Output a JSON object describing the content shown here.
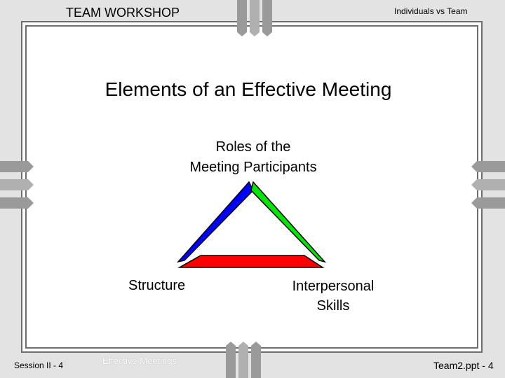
{
  "header": {
    "workshop_title": "TEAM WORKSHOP",
    "topic": "Individuals vs Team"
  },
  "slide": {
    "title": "Elements of an Effective Meeting",
    "roles_label_line1": "Roles of the",
    "roles_label_line2": "Meeting Participants",
    "structure_label": "Structure",
    "interpersonal_label_line1": "Interpersonal",
    "interpersonal_label_line2": "Skills"
  },
  "triangle": {
    "left_side_color": "#0000ff",
    "right_side_color": "#00e600",
    "bottom_side_color": "#ff0000"
  },
  "footer": {
    "session": "Session II - 4",
    "section": "Effective Meetings",
    "file": "Team2.ppt - 4"
  }
}
